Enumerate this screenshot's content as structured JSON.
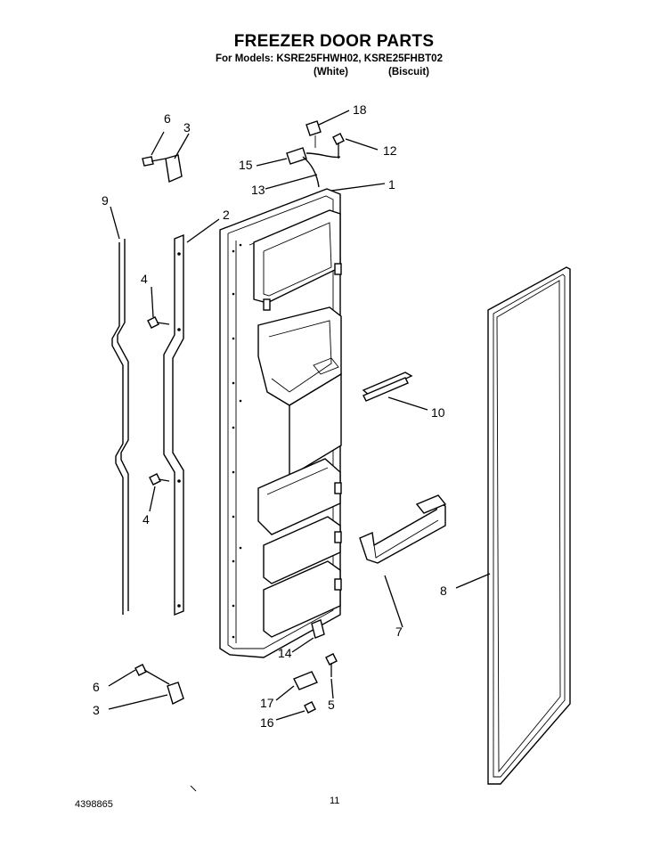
{
  "header": {
    "title": "FREEZER DOOR PARTS",
    "models_line": "For Models: KSRE25FHWH02, KSRE25FHBT02",
    "variant_white": "(White)",
    "variant_biscuit": "(Biscuit)"
  },
  "callouts": [
    "1",
    "2",
    "3",
    "3",
    "4",
    "4",
    "5",
    "6",
    "6",
    "7",
    "8",
    "9",
    "10",
    "12",
    "13",
    "14",
    "15",
    "16",
    "17",
    "18"
  ],
  "footer": {
    "doc_number": "4398865",
    "page_number": "11"
  }
}
